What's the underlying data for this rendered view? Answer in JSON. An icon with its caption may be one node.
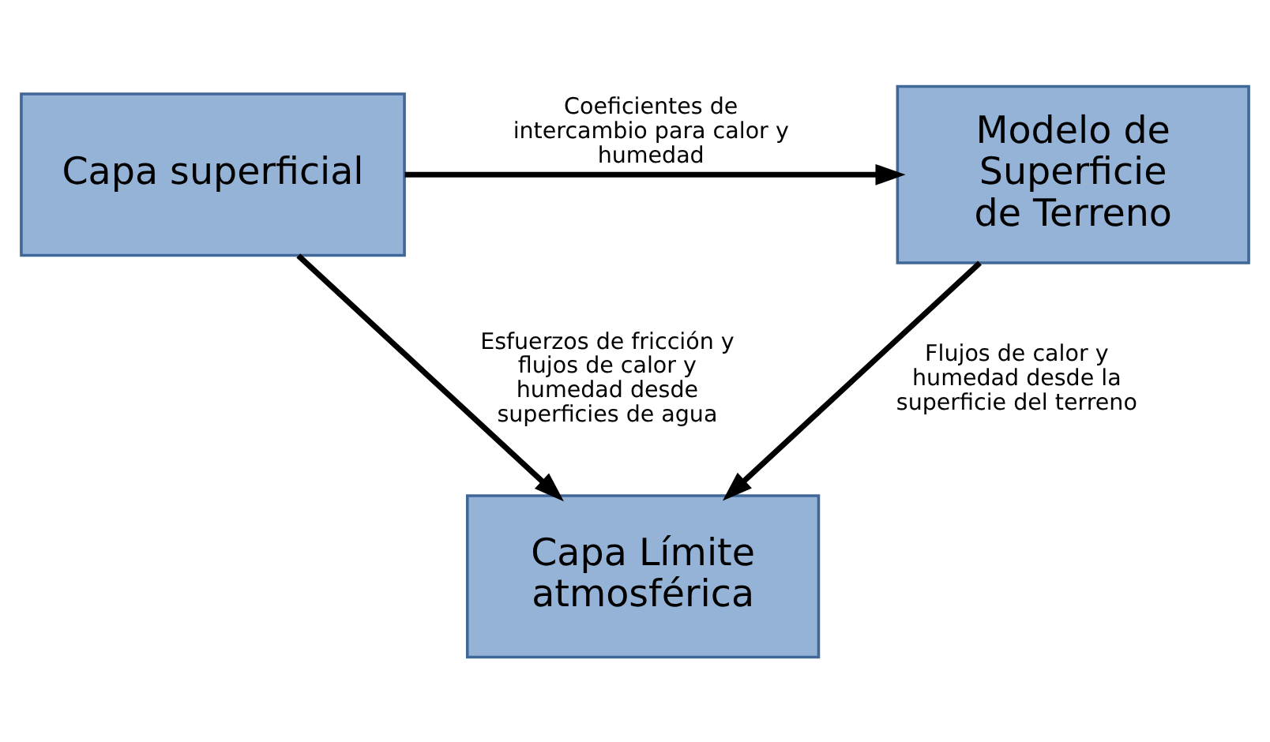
{
  "diagram": {
    "nodes": [
      {
        "text": [
          "Capa superficial"
        ]
      },
      {
        "text": [
          "Modelo de Superficie de Terreno"
        ]
      },
      {
        "text": [
          "Capa Límite atmosférica"
        ]
      }
    ],
    "edges": [
      {
        "from": 0,
        "to": 1,
        "arrow": "to",
        "label": "Coeficientes de intercambio para calor y humedad"
      },
      {
        "from": 1,
        "to": 2,
        "arrow": "to",
        "label": "Flujos de calor y humedad desde la superficie del terreno"
      },
      {
        "from": 0,
        "to": 2,
        "arrow": "to",
        "label": "Esfuerzos de fricción y flujos de calor y humedad desde superficies de agua"
      }
    ]
  }
}
